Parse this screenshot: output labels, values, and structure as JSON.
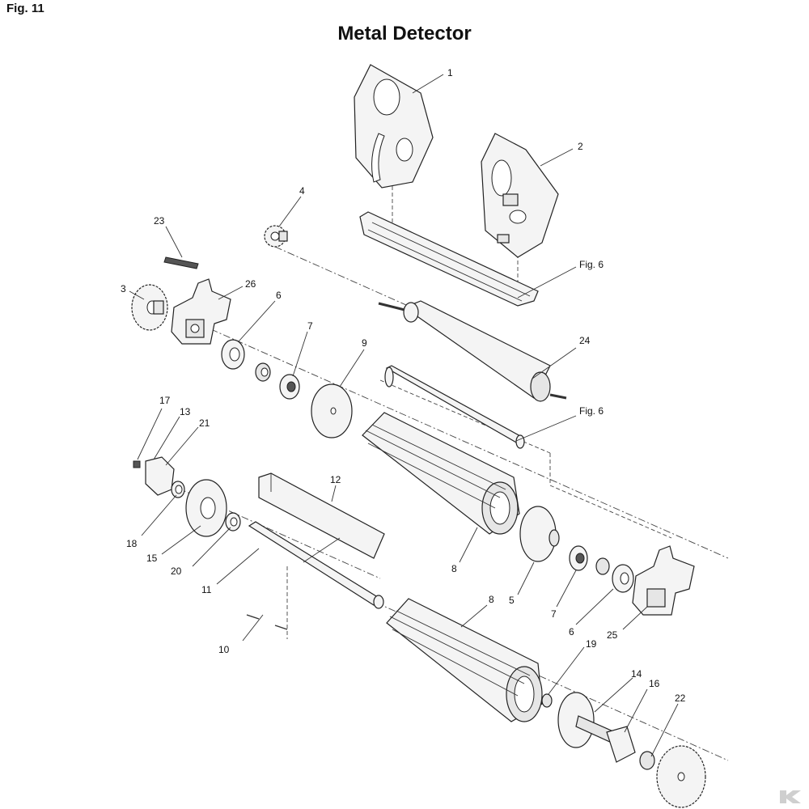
{
  "figure_label": "Fig. 11",
  "title": "Metal Detector",
  "callouts": {
    "c1": "1",
    "c2": "2",
    "c3": "3",
    "c4": "4",
    "c5": "5",
    "c6a": "6",
    "c6b": "6",
    "c7a": "7",
    "c7b": "7",
    "c8a": "8",
    "c8b": "8",
    "c9": "9",
    "c10": "10",
    "c11": "11",
    "c12": "12",
    "c13": "13",
    "c14": "14",
    "c15": "15",
    "c16": "16",
    "c17": "17",
    "c18": "18",
    "c19": "19",
    "c20": "20",
    "c21": "21",
    "c22": "22",
    "c23": "23",
    "c24": "24",
    "c25": "25",
    "c26": "26",
    "fig6a": "Fig. 6",
    "fig6b": "Fig. 6"
  },
  "logo": {
    "name": "brand-logo-icon",
    "color": "#cfcfcf"
  }
}
